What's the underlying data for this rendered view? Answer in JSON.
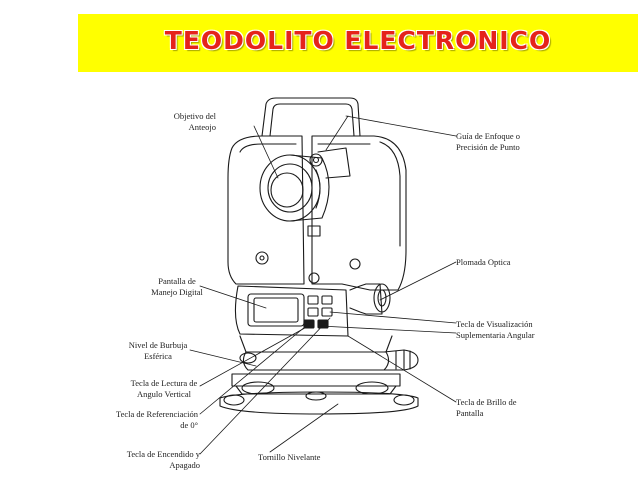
{
  "title": "TEODOLITO  ELECTRONICO",
  "labels": {
    "objetivo": [
      "Objetivo del",
      "Anteojo"
    ],
    "guia": [
      "Guía de Enfoque o",
      "Precisión de Punto"
    ],
    "plomada": "Plomada Optica",
    "pantalla": [
      "Pantalla de",
      "Manejo Digital"
    ],
    "tecla_visualizacion": [
      "Tecla de Visualización",
      "Suplementaria Angular"
    ],
    "nivel": [
      "Nivel de Burbuja",
      "Esférica"
    ],
    "tecla_lectura": [
      "Tecla de Lectura de",
      "Angulo Vertical"
    ],
    "tecla_brillo": [
      "Tecla de Brillo de",
      "Pantalla"
    ],
    "tecla_referenciacion": [
      "Tecla de Referenciación",
      "de 0°"
    ],
    "tecla_encendido": [
      "Tecla de Encendido y",
      "Apagado"
    ],
    "tornillo": "Tornillo Nivelante"
  },
  "colors": {
    "banner": "#ffff00",
    "title": "#e5231b",
    "line": "#1a1a1a"
  }
}
